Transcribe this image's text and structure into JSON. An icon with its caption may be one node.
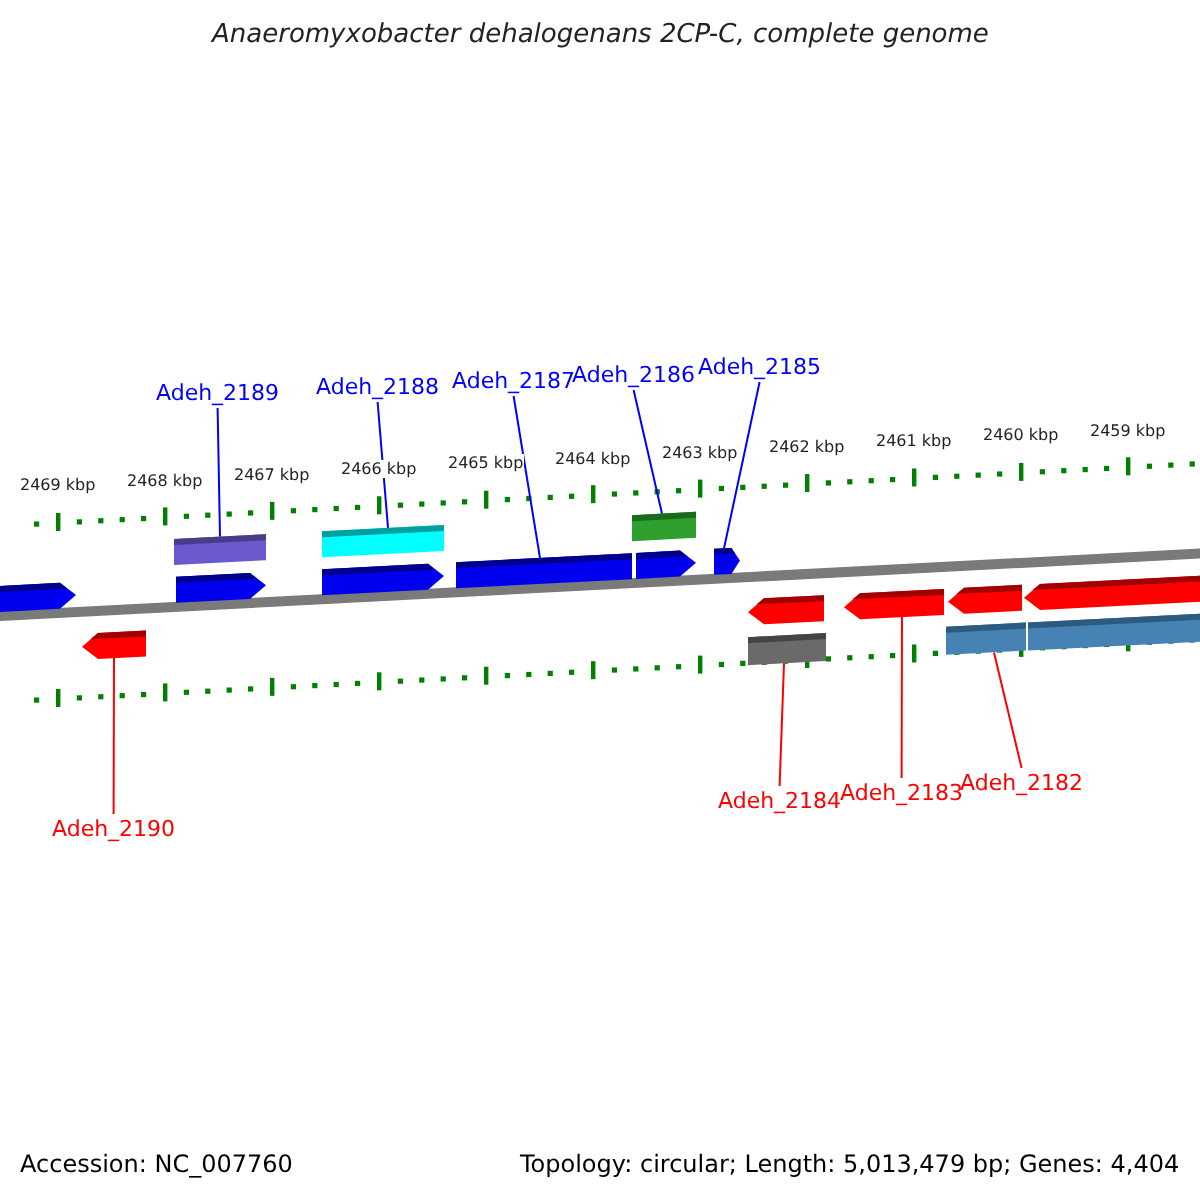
{
  "diagram": {
    "title": "Anaeromyxobacter dehalogenans 2CP-C, complete genome",
    "nodes": [
      {
        "text": [
          "Adeh_2189"
        ]
      },
      {
        "text": [
          "Adeh_2188"
        ]
      },
      {
        "text": [
          "Adeh_2187"
        ]
      },
      {
        "text": [
          "Adeh_2186"
        ]
      },
      {
        "text": [
          "Adeh_2185"
        ]
      },
      {
        "text": [
          "Adeh_2190"
        ]
      },
      {
        "text": [
          "Adeh_2184"
        ]
      },
      {
        "text": [
          "Adeh_2183"
        ]
      },
      {
        "text": [
          "Adeh_2182"
        ]
      },
      {
        "text": [],
        "shape": "pentagon"
      },
      {
        "text": [],
        "shape": "pentagon"
      },
      {
        "text": [],
        "shape": "box"
      },
      {
        "text": [],
        "shape": "pentagon"
      },
      {
        "text": [],
        "shape": "box"
      },
      {
        "text": [],
        "shape": "pentagon"
      },
      {
        "text": [],
        "shape": "box"
      },
      {
        "text": [],
        "shape": "box"
      },
      {
        "text": [],
        "shape": "pentagon"
      },
      {
        "text": [],
        "shape": "pentagon"
      },
      {
        "text": [],
        "shape": "pentagon"
      },
      {
        "text": [],
        "shape": "box"
      },
      {
        "text": [],
        "shape": "pentagon"
      },
      {
        "text": [],
        "shape": "box"
      },
      {
        "text": [],
        "shape": "pentagon"
      },
      {
        "text": [],
        "shape": "pentagon"
      },
      {
        "text": [],
        "shape": "box"
      }
    ],
    "edges": [
      {
        "from": 0,
        "to": 11,
        "arrow": "none"
      },
      {
        "from": 1,
        "to": 13,
        "arrow": "none"
      },
      {
        "from": 2,
        "to": 15,
        "arrow": "none"
      },
      {
        "from": 3,
        "to": 16,
        "arrow": "none"
      },
      {
        "from": 4,
        "to": 18,
        "arrow": "none"
      },
      {
        "from": 5,
        "to": 10,
        "arrow": "none",
        "color": "#ff0000"
      },
      {
        "from": 6,
        "to": 20,
        "arrow": "none",
        "color": "#ff0000"
      },
      {
        "from": 7,
        "to": 21,
        "arrow": "none",
        "color": "#ff0000"
      },
      {
        "from": 8,
        "to": 22,
        "arrow": "none",
        "color": "#ff0000"
      }
    ],
    "labels": [
      "2469 kbp",
      "2468 kbp",
      "2467 kbp",
      "2466 kbp",
      "2465 kbp",
      "2464 kbp",
      "2463 kbp",
      "2462 kbp",
      "2461 kbp",
      "2460 kbp",
      "2459 kbp",
      "Accession: NC_007760",
      "Topology: circular; Length: 5,013,479 bp; Genes: 4,404"
    ]
  }
}
